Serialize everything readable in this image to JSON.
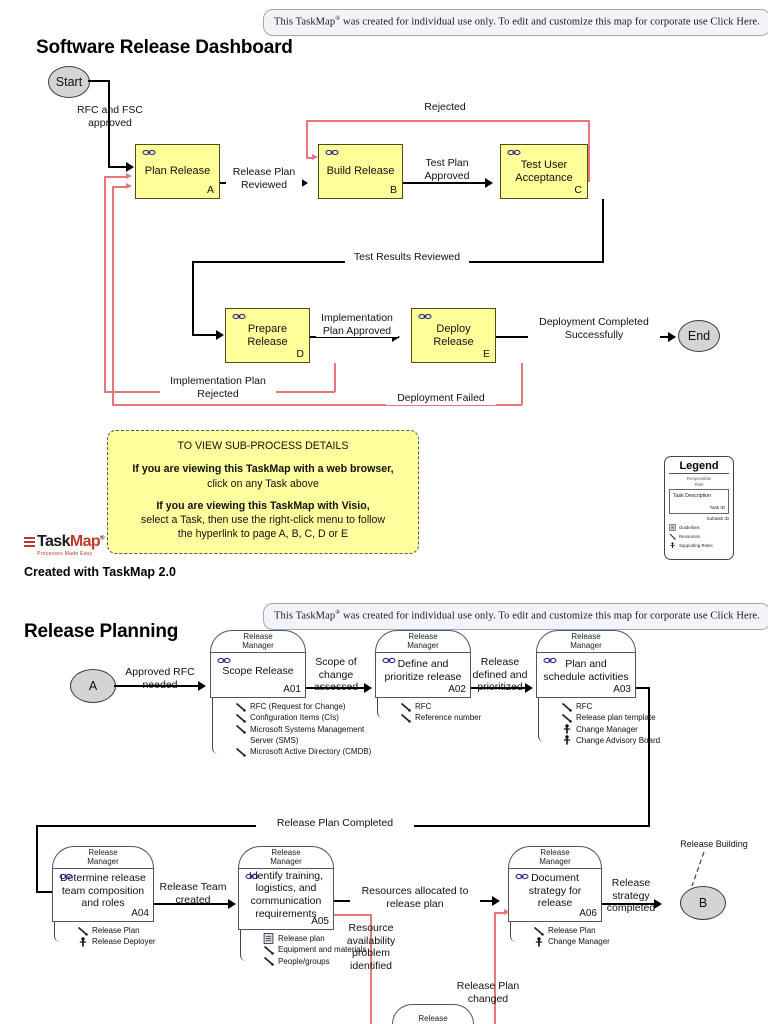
{
  "banner": {
    "text_a": "This TaskMap",
    "sup": "®",
    "text_b": "was created for individual use only. To edit and customize this map for corporate use Click Here."
  },
  "dashboard": {
    "title": "Software Release Dashboard",
    "start_label": "Start",
    "end_label": "End",
    "tasks": [
      {
        "label": "Plan Release",
        "id": "A",
        "icon": "hyperlink-icon"
      },
      {
        "label": "Build Release",
        "id": "B",
        "icon": "hyperlink-icon"
      },
      {
        "label": "Test User\nAcceptance",
        "id": "C",
        "icon": "hyperlink-icon"
      },
      {
        "label": "Prepare Release",
        "id": "D",
        "icon": "hyperlink-icon"
      },
      {
        "label": "Deploy Release",
        "id": "E",
        "icon": "hyperlink-icon"
      }
    ],
    "flows": {
      "start_to_a": "RFC and FSC\napproved",
      "a_to_b": "Release Plan\nReviewed",
      "b_to_c": "Test Plan\nApproved",
      "rejected": "Rejected",
      "c_to_d": "Test Results Reviewed",
      "d_to_e": "Implementation\nPlan Approved",
      "e_to_end": "Deployment Completed\nSuccessfully",
      "impl_rejected": "Implementation Plan\nRejected",
      "deploy_failed": "Deployment Failed"
    },
    "note": {
      "heading": "TO VIEW SUB-PROCESS DETAILS",
      "line1_bold": "If you are viewing this TaskMap with a web browser,",
      "line2": "click on any Task above",
      "line3_bold": "If you are viewing this TaskMap with Visio,",
      "line4": "select a Task, then use the right-click menu to follow",
      "line5": "the hyperlink to page A, B, C, D or E"
    },
    "legend": {
      "title": "Legend",
      "responsible_role": "Responsible\nRole",
      "task_description": "Task Description",
      "task_id": "Task ID",
      "subtask_id": "Subtask ID",
      "guidelines": "Guidelines",
      "resources": "Resources",
      "supporting_roles": "Supporting Roles"
    },
    "logo": {
      "word_a": "Task",
      "word_b": "Map",
      "reg": "®",
      "tagline": "Processes Made Easy"
    },
    "created_with": "Created with TaskMap 2.0"
  },
  "planning": {
    "title": "Release Planning",
    "start_label": "A",
    "end_label": "B",
    "end_annotation": "Release Building",
    "nodes": [
      {
        "role": "Release\nManager",
        "label": "Scope Release",
        "id": "A01",
        "icon": "hyperlink-icon",
        "resources": [
          {
            "glyph": "wrench-icon",
            "text": "RFC (Request for Change)"
          },
          {
            "glyph": "wrench-icon",
            "text": "Configuration Items (CIs)"
          },
          {
            "glyph": "wrench-icon",
            "text": "Microsoft Systems Management\nServer (SMS)"
          },
          {
            "glyph": "wrench-icon",
            "text": "Microsoft Active Directory (CMDB)"
          }
        ]
      },
      {
        "role": "Release\nManager",
        "label": "Define and\nprioritize release",
        "id": "A02",
        "icon": "hyperlink-icon",
        "resources": [
          {
            "glyph": "wrench-icon",
            "text": "RFC"
          },
          {
            "glyph": "wrench-icon",
            "text": "Reference number"
          }
        ]
      },
      {
        "role": "Release\nManager",
        "label": "Plan and\nschedule activities",
        "id": "A03",
        "icon": "hyperlink-icon",
        "resources": [
          {
            "glyph": "wrench-icon",
            "text": "RFC"
          },
          {
            "glyph": "wrench-icon",
            "text": "Release plan template"
          },
          {
            "glyph": "person-icon",
            "text": "Change Manager"
          },
          {
            "glyph": "person-icon",
            "text": "Change Advisory Board"
          }
        ]
      },
      {
        "role": "Release\nManager",
        "label": "Determine release\nteam composition\nand roles",
        "id": "A04",
        "icon": "hyperlink-icon",
        "resources": [
          {
            "glyph": "wrench-icon",
            "text": "Release Plan"
          },
          {
            "glyph": "person-icon",
            "text": "Release Deployer"
          }
        ]
      },
      {
        "role": "Release\nManager",
        "label": "Identify training,\nlogistics, and\ncommunication\nrequirements",
        "id": "A05",
        "icon": "hyperlink-icon",
        "resources": [
          {
            "glyph": "document-icon",
            "text": "Release plan"
          },
          {
            "glyph": "wrench-icon",
            "text": "Equipment and materials"
          },
          {
            "glyph": "wrench-icon",
            "text": "People/groups"
          }
        ]
      },
      {
        "role": "Release\nManager",
        "label": "Document\nstrategy for\nrelease",
        "id": "A06",
        "icon": "hyperlink-icon",
        "resources": [
          {
            "glyph": "wrench-icon",
            "text": "Release Plan"
          },
          {
            "glyph": "person-icon",
            "text": "Change Manager"
          }
        ]
      }
    ],
    "partial_node_role": "Release",
    "flows": {
      "a_to_a01": "Approved RFC\nneeded",
      "a01_to_a02": "Scope of\nchange\nassessed",
      "a02_to_a03": "Release\ndefined and\nprioritized",
      "a03_to_a04": "Release Plan Completed",
      "a04_to_a05": "Release Team\ncreated",
      "a05_to_a06": "Resources allocated to\nrelease plan",
      "a05_problem": "Resource\navailability\nproblem\nidentified",
      "a06_to_b": "Release\nstrategy\ncompleted",
      "plan_changed": "Release Plan\nchanged"
    }
  },
  "colors": {
    "task_fill": "#ffff99",
    "task_stroke": "#4d4d1a",
    "exception_line": "#e8777b",
    "normal_line": "#000000",
    "terminator_fill": "#d4d4d4",
    "note_fill": "#ffff9e",
    "banner_fill": "#f2f4f8",
    "logo_red": "#c0392b"
  }
}
